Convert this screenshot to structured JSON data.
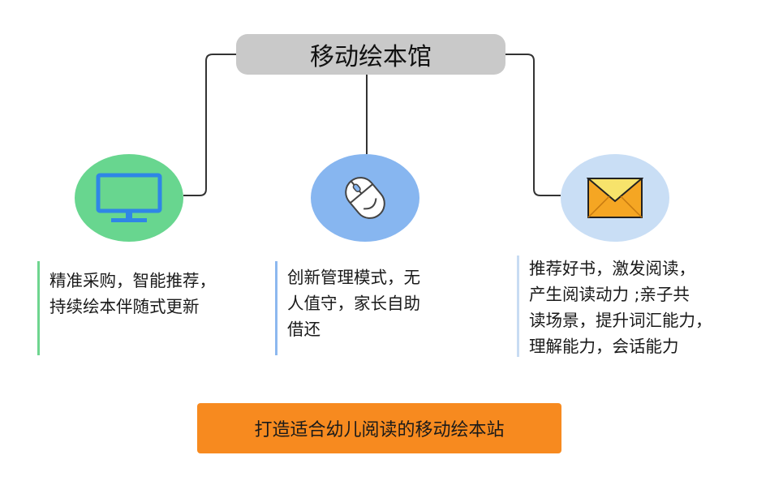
{
  "title": "移动绘本馆",
  "branches": [
    {
      "icon": "monitor-icon",
      "color": "#68d68f",
      "text_lines": [
        "精准采购，智能推荐，",
        "持续绘本伴随式更新"
      ]
    },
    {
      "icon": "mouse-icon",
      "color": "#87b6f0",
      "text_lines": [
        "创新管理模式，无",
        "人值守，家长自助",
        "借还"
      ]
    },
    {
      "icon": "envelope-icon",
      "color": "#c9def5",
      "text_lines": [
        "推荐好书，激发阅读，",
        "产生阅读动力 ;亲子共",
        "读场景，提升词汇能力，",
        "理解能力，会话能力"
      ]
    }
  ],
  "footer": "打造适合幼儿阅读的移动绘本站"
}
